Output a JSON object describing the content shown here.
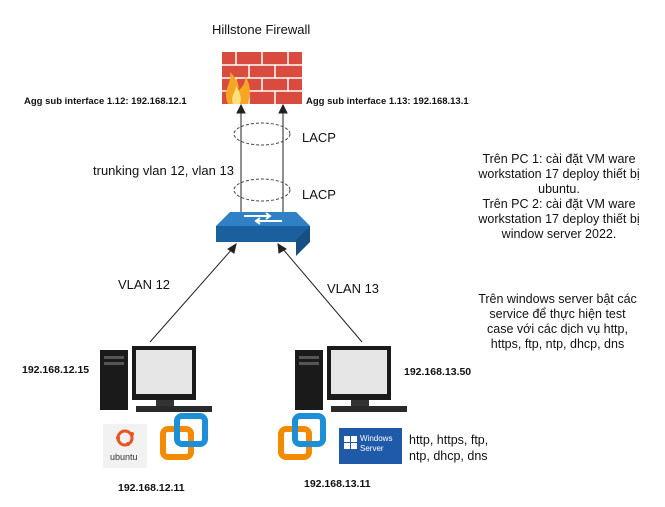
{
  "title": "Hillstone Firewall",
  "agg_left": "Agg sub interface 1.12: 192.168.12.1",
  "agg_right": "Agg sub interface 1.13: 192.168.13.1",
  "lacp_top": "LACP",
  "lacp_bottom": "LACP",
  "trunking": "trunking vlan 12, vlan 13",
  "vlan_left": "VLAN 12",
  "vlan_right": "VLAN 13",
  "note1": "Trên PC 1: cài đặt VM ware workstation 17 deploy thiết bị ubuntu.\nTrên PC 2: cài đặt VM ware workstation 17 deploy thiết bị window server 2022.",
  "note2": "Trên windows server bật các service để thực hiện test case với các dịch vụ http, https, ftp, ntp, dhcp, dns",
  "pc1_ip": "192.168.12.15",
  "pc2_ip": "192.168.13.50",
  "vm1_ip": "192.168.12.11",
  "vm2_ip": "192.168.13.11",
  "services": "http, https, ftp,\nntp, dhcp, dns",
  "ubuntu_label": "ubuntu",
  "windows_label_1": "Windows",
  "windows_label_2": "Server",
  "colors": {
    "brick": "#e8574d",
    "flame": "#f6a623",
    "switch": "#1f6fb5",
    "vmware_orange": "#f38b00",
    "vmware_blue": "#1d8fd6",
    "ubuntu": "#e95420",
    "windows_bg": "#1e5aa8"
  }
}
